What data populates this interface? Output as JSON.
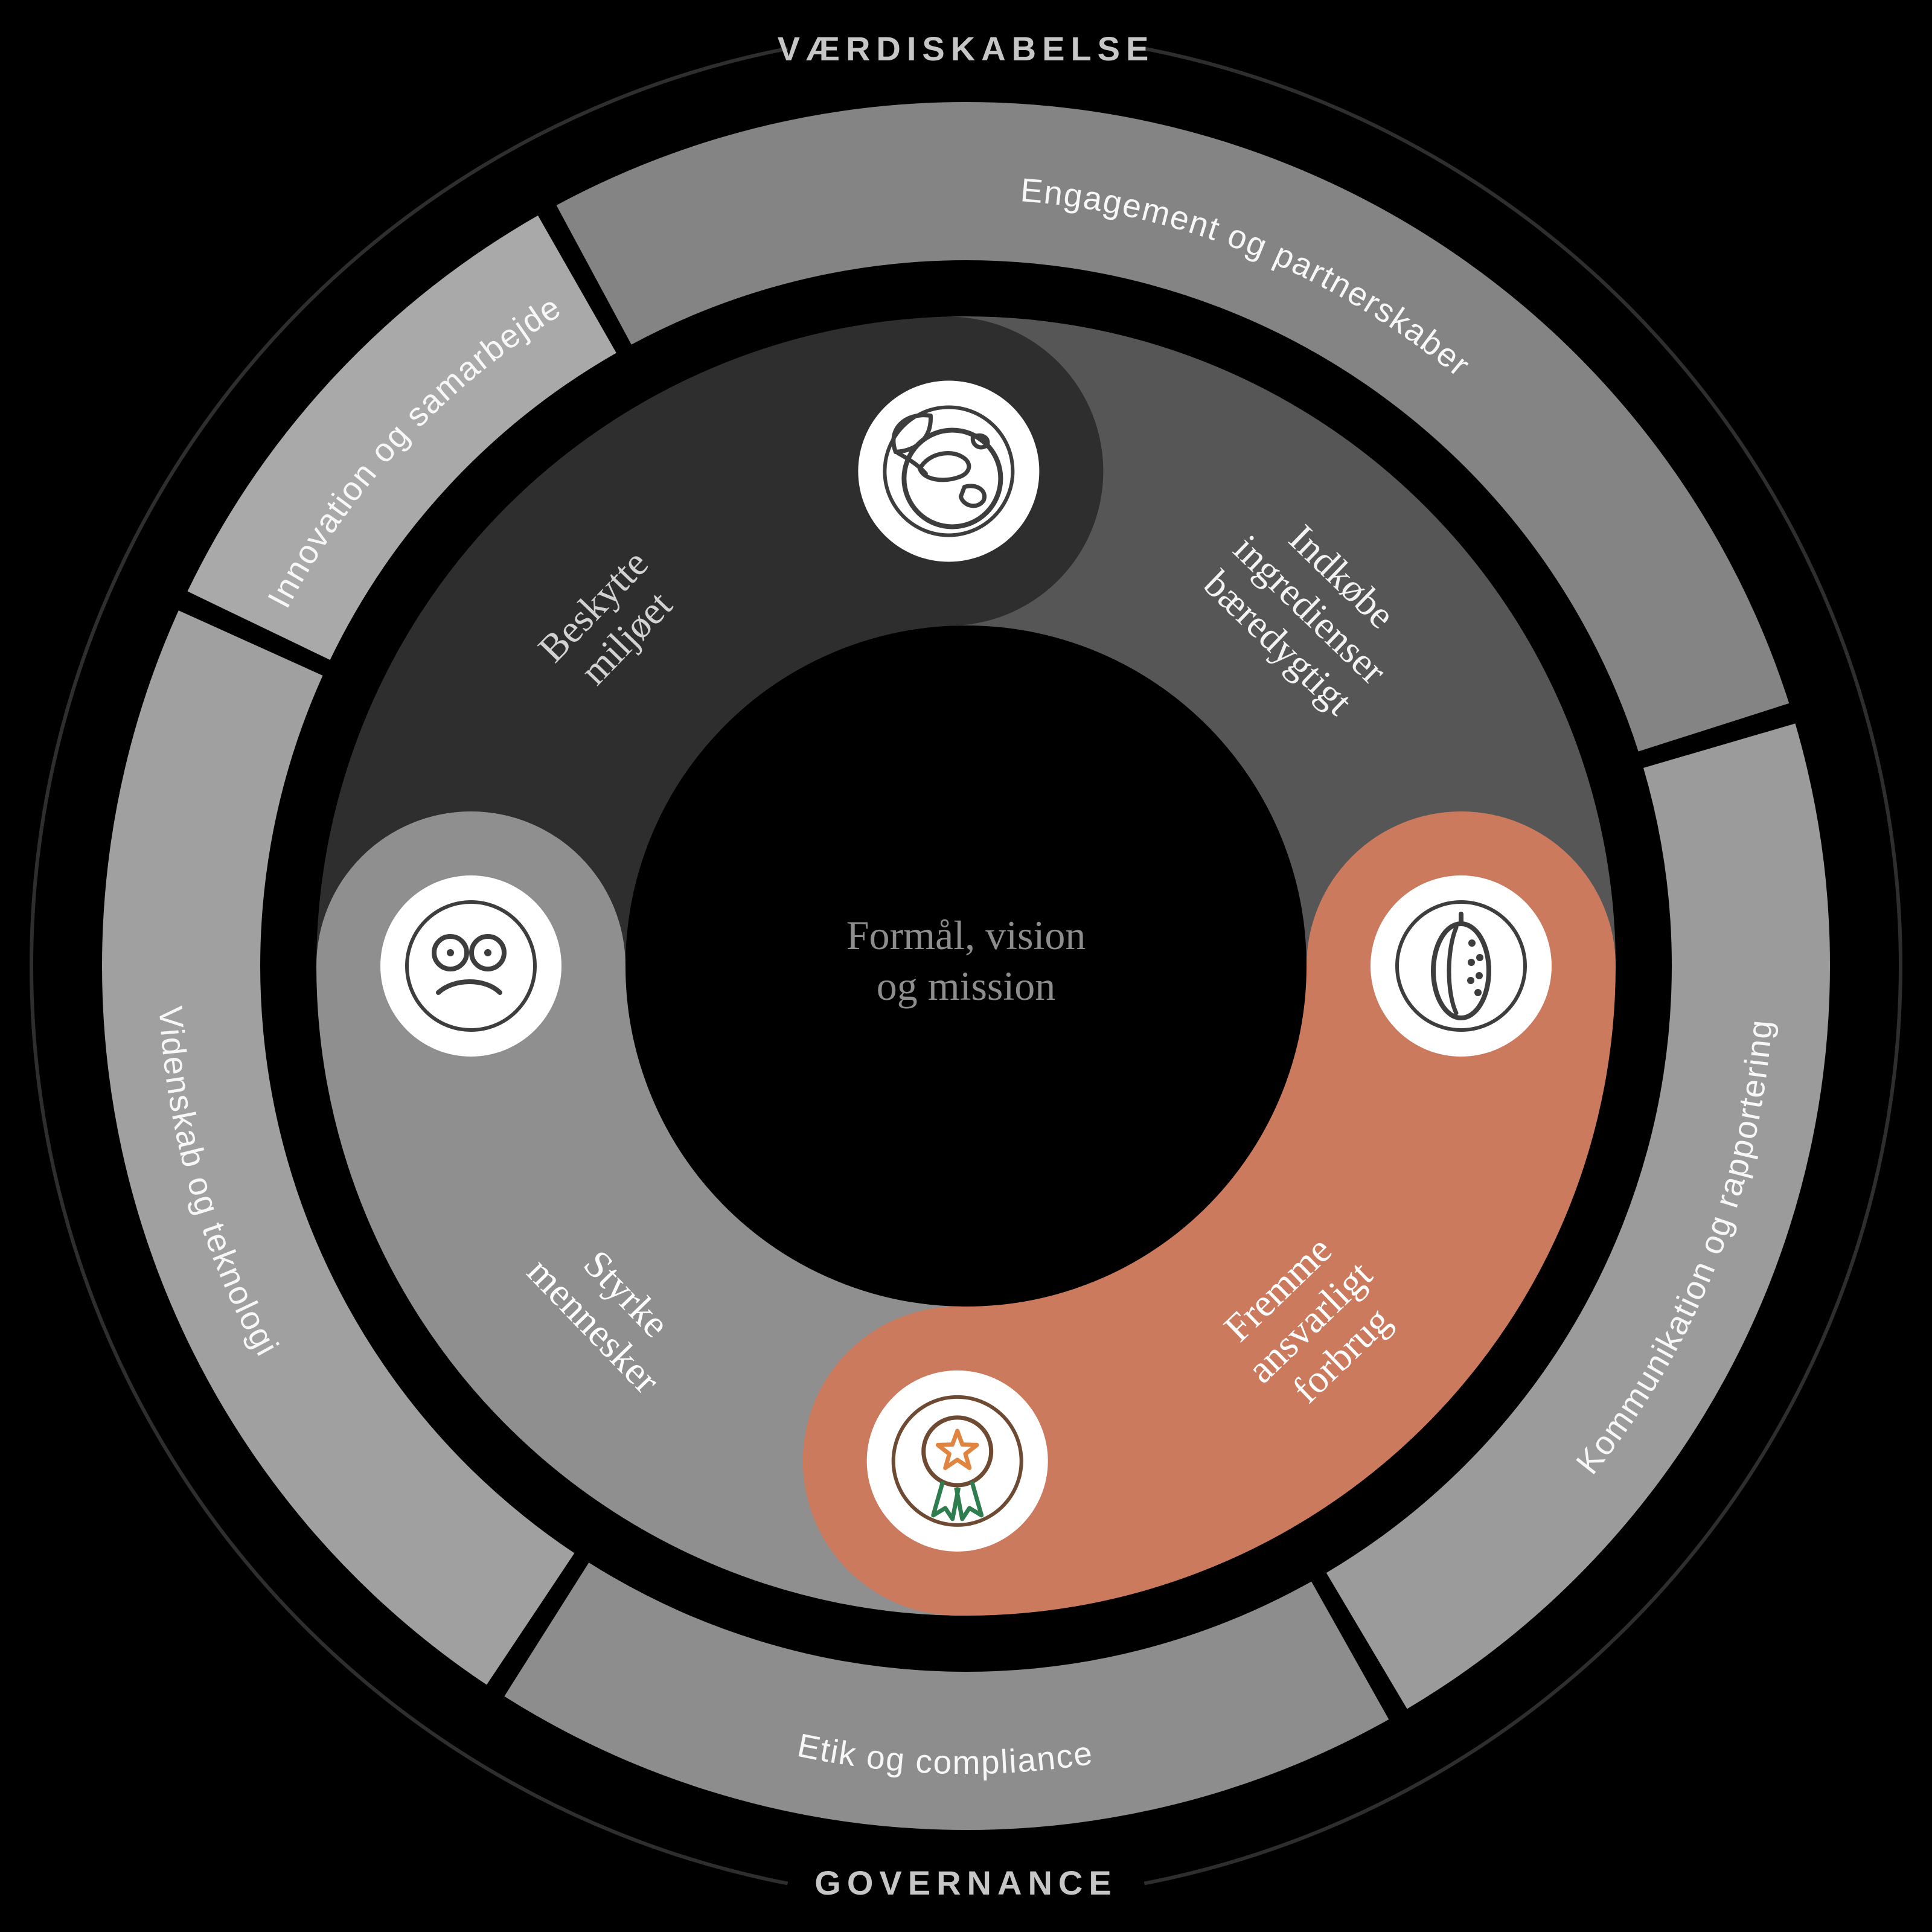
{
  "outer_ring": {
    "top_label": "VÆRDISKABELSE",
    "bottom_label": "GOVERNANCE"
  },
  "middle_ring": {
    "segments": [
      {
        "id": "innovation",
        "label": "Innovation og samarbejde",
        "color": "#a9a9a9",
        "start_angle": 295,
        "end_angle": 331,
        "text_dir": "cw"
      },
      {
        "id": "engagement",
        "label": "Engagement og partnerskaber",
        "color": "#848484",
        "start_angle": 331,
        "end_angle": 433,
        "text_dir": "cw"
      },
      {
        "id": "kommunikation",
        "label": "Kommunikation og rapportering",
        "color": "#9b9b9b",
        "start_angle": 73,
        "end_angle": 150,
        "text_dir": "ccw"
      },
      {
        "id": "etik",
        "label": "Etik og compliance",
        "color": "#8d8d8d",
        "start_angle": 150,
        "end_angle": 213,
        "text_dir": "ccw"
      },
      {
        "id": "videnskab",
        "label": "Videnskab og teknologi",
        "color": "#a0a0a0",
        "start_angle": 213,
        "end_angle": 295,
        "text_dir": "ccw"
      }
    ]
  },
  "inner_ring": {
    "draw_order": [
      "indkobe",
      "beskytte",
      "styrke",
      "fremme"
    ],
    "segments": [
      {
        "id": "beskytte",
        "label_lines": [
          "Beskytte",
          "miljøet"
        ],
        "color": "#2e2e2e",
        "text_color": "#d2d2d2",
        "start_angle": 270,
        "end_angle": 358,
        "label_angle": 314,
        "label_rotation": -46
      },
      {
        "id": "indkobe",
        "label_lines": [
          "Indkøbe",
          "ingredienser",
          "bæredygtigt"
        ],
        "color": "#565656",
        "text_color": "#f2f2f2",
        "start_angle": 358,
        "end_angle": 450,
        "label_angle": 44,
        "label_rotation": 44
      },
      {
        "id": "fremme",
        "label_lines": [
          "Fremme",
          "ansvarligt",
          "forbrug"
        ],
        "color": "#cb7a5e",
        "text_color": "#ffffff",
        "start_angle": 90,
        "end_angle": 181,
        "label_angle": 136,
        "label_rotation": -44
      },
      {
        "id": "styrke",
        "label_lines": [
          "Styrke",
          "mennesker"
        ],
        "color": "#8f8f8f",
        "text_color": "#ffffff",
        "start_angle": 181,
        "end_angle": 270,
        "label_angle": 226,
        "label_rotation": 46
      }
    ]
  },
  "center": {
    "lines": [
      "Formål, vision",
      "og mission"
    ]
  },
  "icons": [
    {
      "id": "globe-leaf-icon",
      "angle": 358,
      "palette": {
        "line": "#3d3d3d",
        "ring": "#3d3d3d"
      }
    },
    {
      "id": "cocoa-pod-icon",
      "angle": 90,
      "palette": {
        "line": "#3d3d3d",
        "ring": "#3d3d3d"
      }
    },
    {
      "id": "award-ribbon-icon",
      "angle": 181,
      "palette": {
        "line": "#6e4a33",
        "ring": "#6e4a33",
        "star": "#e08440",
        "ribbon": "#2e7d4f"
      }
    },
    {
      "id": "faces-icon",
      "angle": 270,
      "palette": {
        "line": "#3d3d3d",
        "ring": "#3d3d3d"
      }
    }
  ]
}
